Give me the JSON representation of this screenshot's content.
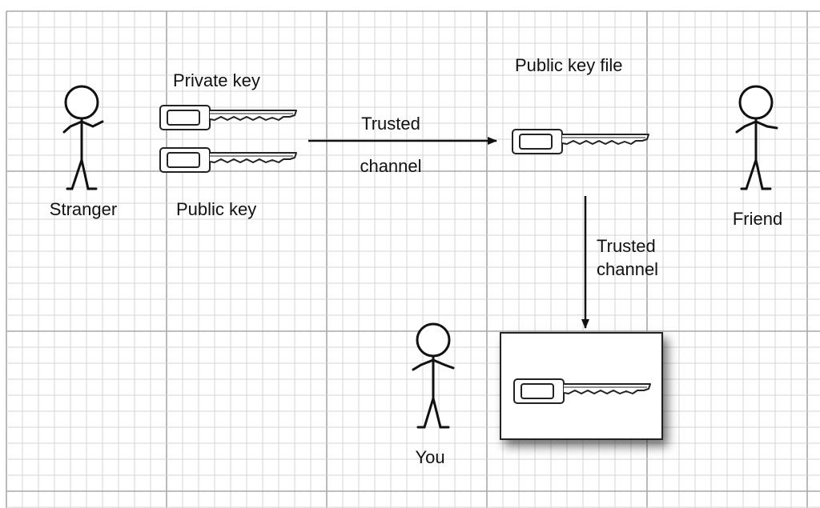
{
  "labels": {
    "private_key": "Private key",
    "public_key": "Public key",
    "stranger": "Stranger",
    "trusted_channel_1_line1": "Trusted",
    "trusted_channel_1_line2": "channel",
    "public_key_file": "Public key file",
    "friend": "Friend",
    "trusted_channel_2_line1": "Trusted",
    "trusted_channel_2_line2": "channel",
    "you": "You"
  },
  "colors": {
    "grid_minor": "#d4d4d4",
    "grid_major": "#a8a8a8",
    "ink": "#222222"
  }
}
